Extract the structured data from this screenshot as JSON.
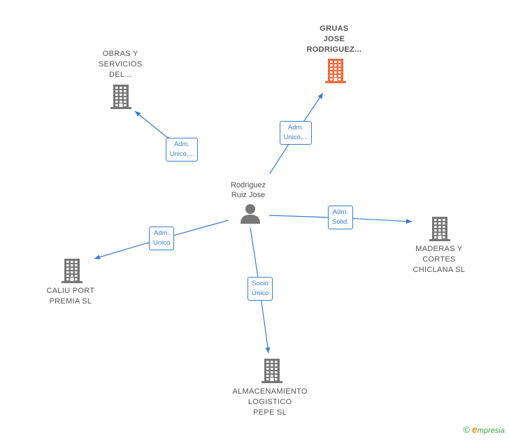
{
  "center": {
    "name_lines": [
      "Rodriguez",
      "Ruiz Jose"
    ],
    "icon": "person-icon"
  },
  "nodes": [
    {
      "id": "gruas",
      "name_lines": [
        "GRUAS",
        "JOSE",
        "RODRIGUEZ..."
      ],
      "icon": "building-icon",
      "highlight": true,
      "color": "#f26a3c"
    },
    {
      "id": "obras",
      "name_lines": [
        "OBRAS Y",
        "SERVICIOS",
        "DEL..."
      ],
      "icon": "building-icon",
      "color": "#777777"
    },
    {
      "id": "maderas",
      "name_lines": [
        "MADERAS Y",
        "CORTES",
        "CHICLANA  SL"
      ],
      "icon": "building-icon",
      "color": "#777777"
    },
    {
      "id": "caliu",
      "name_lines": [
        "CALIU PORT",
        "PREMIA  SL"
      ],
      "icon": "building-icon",
      "color": "#777777"
    },
    {
      "id": "almacen",
      "name_lines": [
        "ALMACENAMIENTO",
        "LOGISTICO",
        "PEPE  SL"
      ],
      "icon": "building-icon",
      "color": "#777777"
    }
  ],
  "relations": [
    {
      "to": "gruas",
      "label_lines": [
        "Adm.",
        "Unico,..."
      ]
    },
    {
      "to": "obras",
      "label_lines": [
        "Adm.",
        "Unico,..."
      ]
    },
    {
      "to": "maderas",
      "label_lines": [
        "Adm.",
        "Solid."
      ]
    },
    {
      "to": "caliu",
      "label_lines": [
        "Adm.",
        "Unico"
      ]
    },
    {
      "to": "almacen",
      "label_lines": [
        "Socio",
        "Único"
      ]
    }
  ],
  "edge_color": "#3a7dd0",
  "brand": {
    "copyright": "©",
    "initial": "e",
    "rest": "mpresia"
  }
}
